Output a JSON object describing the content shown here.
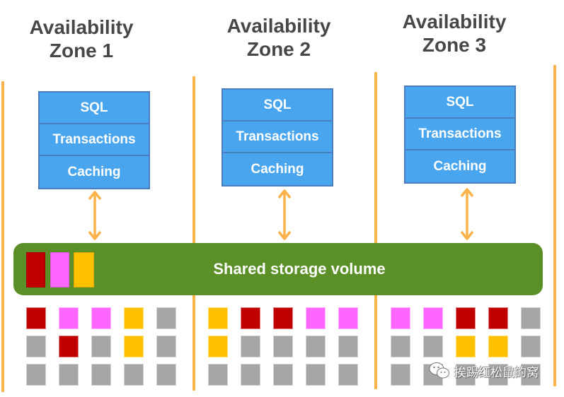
{
  "zones": [
    {
      "title_line1": "Availability",
      "title_line2": "Zone 1",
      "layers": [
        "SQL",
        "Transactions",
        "Caching"
      ],
      "blocks": [
        [
          "red",
          "pink",
          "pink",
          "yellow",
          "gray"
        ],
        [
          "gray",
          "red",
          "gray",
          "yellow",
          "gray"
        ],
        [
          "gray",
          "gray",
          "gray",
          "gray",
          "gray"
        ]
      ]
    },
    {
      "title_line1": "Availability",
      "title_line2": "Zone 2",
      "layers": [
        "SQL",
        "Transactions",
        "Caching"
      ],
      "blocks": [
        [
          "yellow",
          "red",
          "red",
          "pink",
          "pink"
        ],
        [
          "yellow",
          "gray",
          "gray",
          "gray",
          "gray"
        ],
        [
          "gray",
          "gray",
          "gray",
          "gray",
          "gray"
        ]
      ]
    },
    {
      "title_line1": "Availability",
      "title_line2": "Zone 3",
      "layers": [
        "SQL",
        "Transactions",
        "Caching"
      ],
      "blocks": [
        [
          "pink",
          "pink",
          "red",
          "red",
          "gray"
        ],
        [
          "gray",
          "gray",
          "yellow",
          "yellow",
          "gray"
        ],
        [
          "gray",
          "gray",
          "gray",
          "gray",
          "gray"
        ]
      ]
    }
  ],
  "storage": {
    "label": "Shared storage volume",
    "chips": [
      "red",
      "pink",
      "yellow"
    ]
  },
  "watermark": {
    "icon": "wechat-icon",
    "text": "挨踢红松鼠的窝"
  },
  "colors": {
    "red": "#c00000",
    "pink": "#ff66ff",
    "yellow": "#ffc000",
    "gray": "#a6a6a6",
    "storage_green": "#5b8f27",
    "layer_blue": "#4aa5ef",
    "divider_orange": "#fbb24a",
    "title_gray": "#474747"
  }
}
